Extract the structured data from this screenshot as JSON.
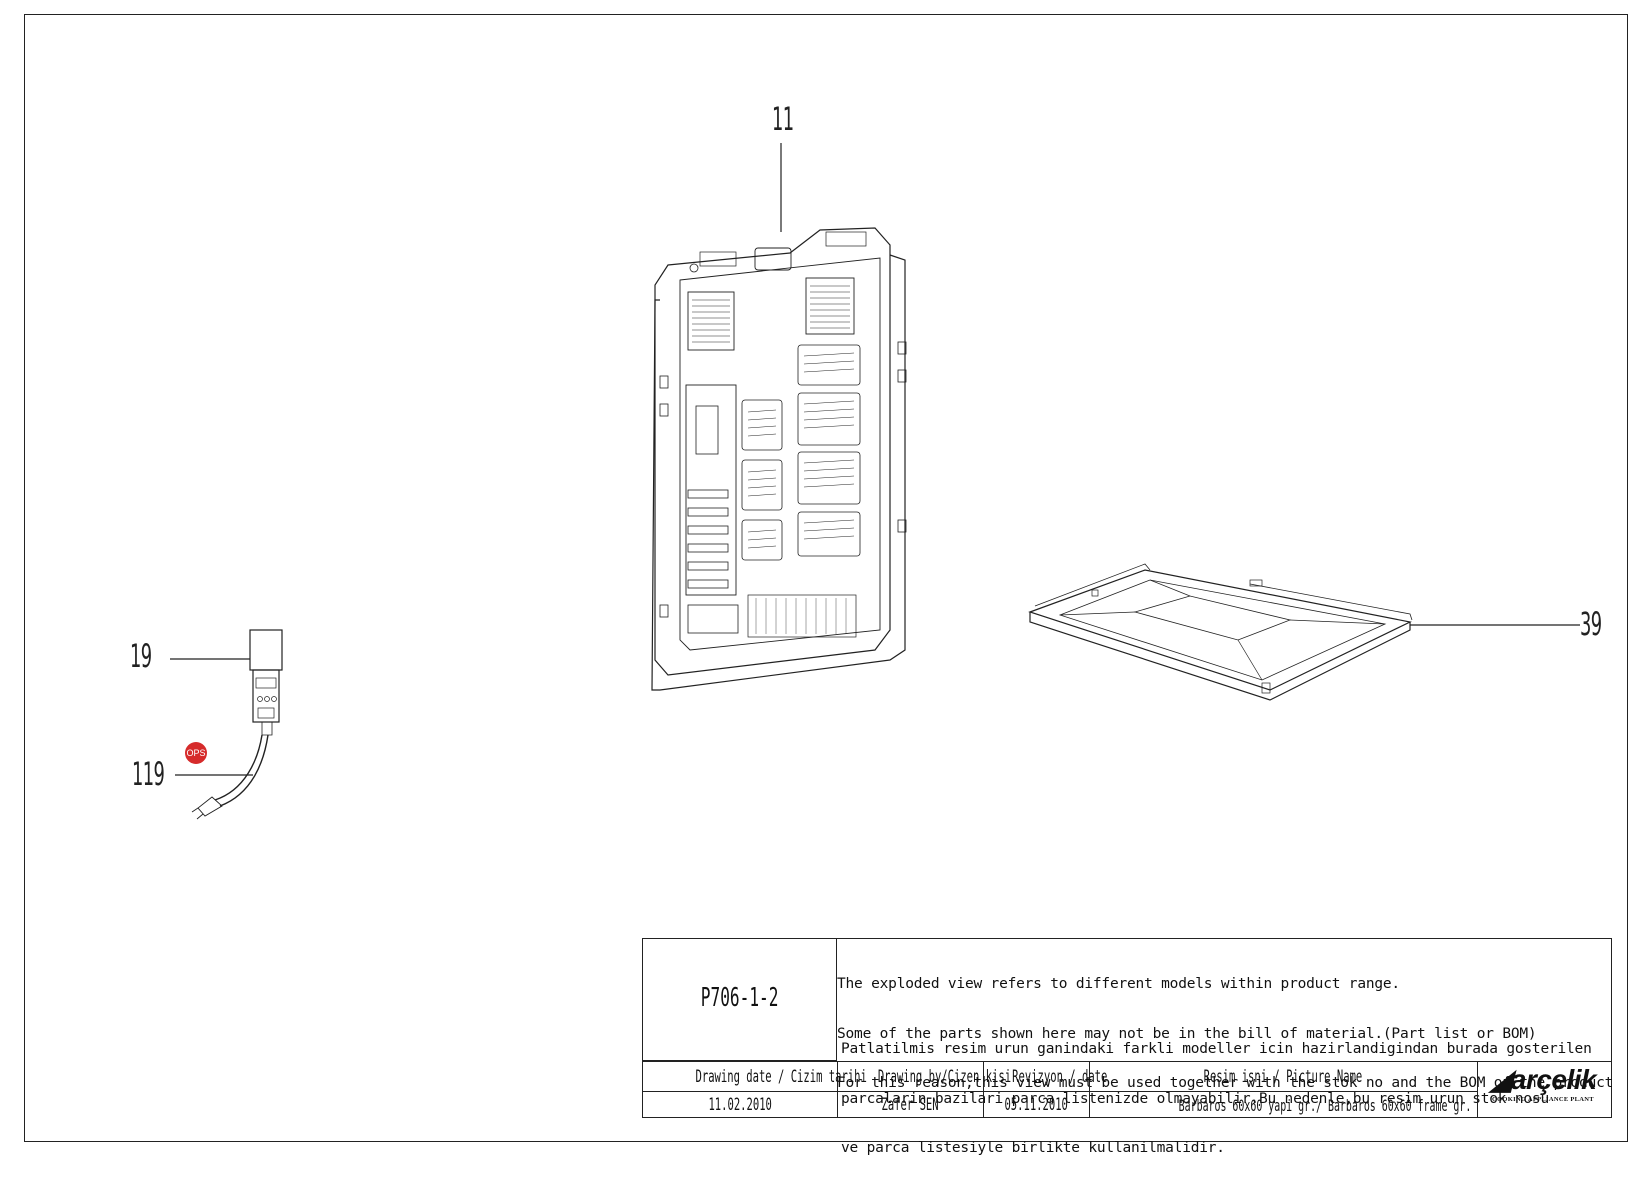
{
  "callouts": {
    "part_11": "11",
    "part_39": "39",
    "part_19": "19",
    "part_119": "119",
    "ops_badge": "OPS"
  },
  "title_block": {
    "drawing_code": "P706-1-2",
    "note_en": [
      "The exploded view refers to different models within product range.",
      "Some of the parts shown here may not be in the bill of material.(Part list or BOM)",
      "For this reason,this view must be used together with the stok no and the BOM of the product"
    ],
    "note_tr": [
      "Patlatilmis resim urun ganindaki farkli modeller icin hazirlandigindan burada gosterilen",
      "parcalarin bazilari parca listenizde olmayabilir.Bu nedenle,bu resim urun stok nosu",
      "ve parca listesiyle birlikte kullanilmalidir."
    ],
    "headers": {
      "drawing_date": "Drawing date / Cizim tarihi",
      "drawing_by": "Drawing by/Cizen kisi",
      "revision": "Revizyon / date",
      "picture_name": "Resim isni / Picture Name"
    },
    "values": {
      "drawing_date": "11.02.2010",
      "drawing_by": "Zafer SEN",
      "revision": "05.11.2010",
      "picture_name": "Barbaros 60x60 yapi gr./ Barbaros 60x60 frame gr."
    },
    "logo": {
      "brand": "arçelik",
      "subtitle": "COOKING APPLIANCE PLANT"
    }
  },
  "colors": {
    "ops_badge": "#d62b2b",
    "line": "#222222"
  }
}
